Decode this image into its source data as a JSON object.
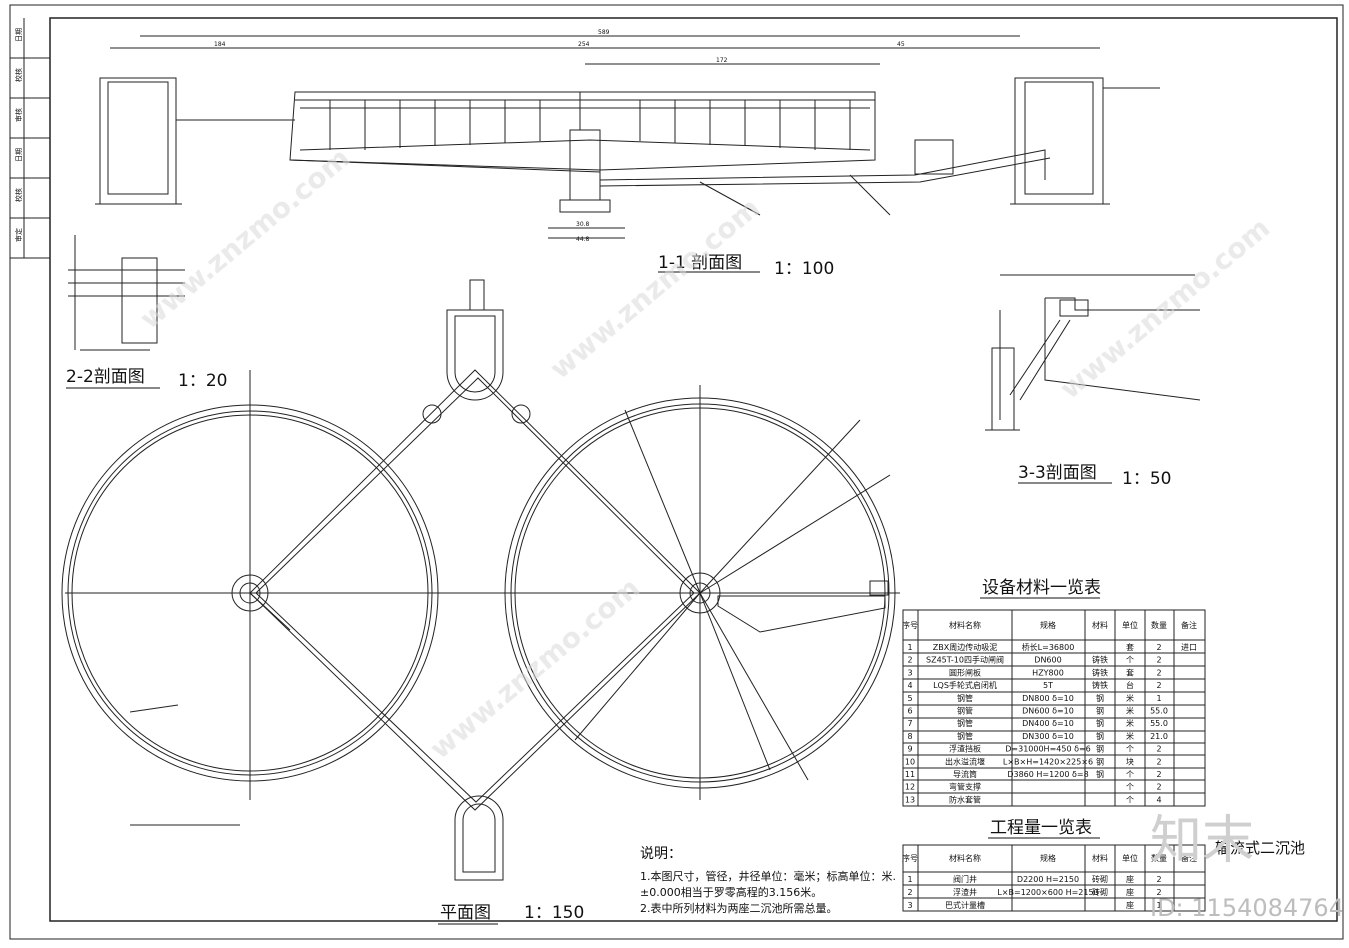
{
  "drawing": {
    "section_1_1": {
      "title": "1-1 剖面图",
      "scale": "1：100"
    },
    "section_2_2": {
      "title": "2-2剖面图",
      "scale": "1：20"
    },
    "section_3_3": {
      "title": "3-3剖面图",
      "scale": "1：50"
    },
    "plan": {
      "title": "平面图",
      "scale": "1：150"
    },
    "drawing_name": "辐流式二沉池",
    "dims_top": [
      "589",
      "184",
      "254",
      "45",
      "172",
      "30.8",
      "44.8"
    ],
    "side_strip": [
      "日期",
      "校核",
      "审核",
      "日期",
      "校核",
      "审定"
    ]
  },
  "notes": {
    "heading": "说明：",
    "lines": [
      "1.本图尺寸，管径，井径单位：毫米；标高单位：米.",
      "±0.000相当于罗零高程的3.156米。",
      "2.表中所列材料为两座二沉池所需总量。"
    ]
  },
  "equipment_table": {
    "title": "设备材料一览表",
    "headers": [
      "序号",
      "材料名称",
      "规格",
      "材料",
      "单位",
      "数量",
      "备注"
    ],
    "rows": [
      [
        "1",
        "ZBX周边传动吸泥",
        "桥长L=36800",
        "",
        "套",
        "2",
        "进口"
      ],
      [
        "2",
        "SZ45T-10四手动闸阀",
        "DN600",
        "铸铁",
        "个",
        "2",
        ""
      ],
      [
        "3",
        "圆形闸板",
        "HZY800",
        "铸铁",
        "套",
        "2",
        ""
      ],
      [
        "4",
        "LQS手轮式启闭机",
        "5T",
        "铸铁",
        "台",
        "2",
        ""
      ],
      [
        "5",
        "钢管",
        "DN800 δ=10",
        "钢",
        "米",
        "1",
        ""
      ],
      [
        "6",
        "钢管",
        "DN600 δ=10",
        "钢",
        "米",
        "55.0",
        ""
      ],
      [
        "7",
        "钢管",
        "DN400 δ=10",
        "钢",
        "米",
        "55.0",
        ""
      ],
      [
        "8",
        "钢管",
        "DN300 δ=10",
        "钢",
        "米",
        "21.0",
        ""
      ],
      [
        "9",
        "浮渣挡板",
        "D=31000H=450 δ=6",
        "钢",
        "个",
        "2",
        ""
      ],
      [
        "10",
        "出水溢流堰",
        "L×B×H=1420×225×6",
        "钢",
        "块",
        "2",
        ""
      ],
      [
        "11",
        "导流筒",
        "D3860 H=1200 δ=8",
        "钢",
        "个",
        "2",
        ""
      ],
      [
        "12",
        "弯管支撑",
        "",
        "",
        "个",
        "2",
        ""
      ],
      [
        "13",
        "防水套管",
        "",
        "",
        "个",
        "4",
        ""
      ]
    ]
  },
  "works_table": {
    "title": "工程量一览表",
    "headers": [
      "序号",
      "材料名称",
      "规格",
      "材料",
      "单位",
      "数量",
      "备注"
    ],
    "rows": [
      [
        "1",
        "阀门井",
        "D2200 H=2150",
        "砖砌",
        "座",
        "2",
        ""
      ],
      [
        "2",
        "浮渣井",
        "L×B=1200×600 H=2150",
        "砖砌",
        "座",
        "2",
        ""
      ],
      [
        "3",
        "巴式计量槽",
        "",
        "",
        "座",
        "1",
        ""
      ]
    ]
  },
  "watermark": {
    "site": "www.znzmo.com",
    "brand": "知末",
    "id": "ID: 1154084764"
  }
}
